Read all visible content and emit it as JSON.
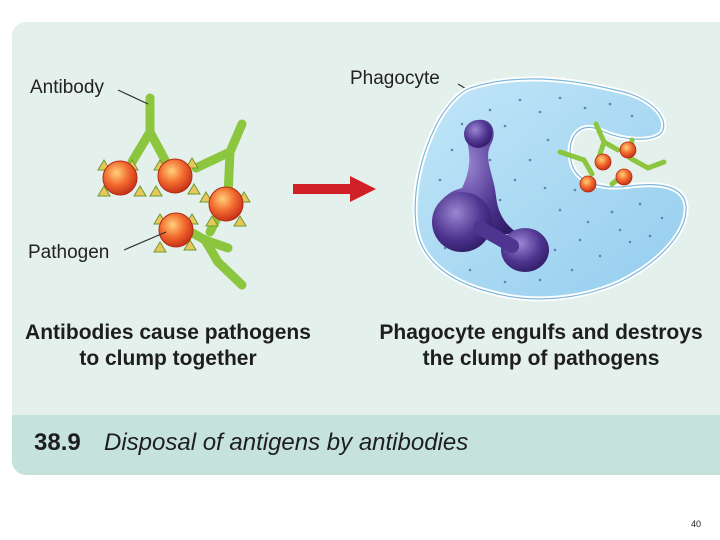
{
  "labels": {
    "antibody": "Antibody",
    "pathogen": "Pathogen",
    "phagocyte": "Phagocyte"
  },
  "descriptions": {
    "left_line1": "Antibodies cause pathogens",
    "left_line2": "to clump together",
    "right_line1": "Phagocyte engulfs and destroys",
    "right_line2": "the clump of pathogens"
  },
  "figure": {
    "number": "38.9",
    "title": "Disposal of antigens by antibodies"
  },
  "page_number": "40",
  "colors": {
    "panel": "#e4f0ec",
    "caption_bar": "#c5e2dc",
    "antibody": "#8cc63f",
    "pathogen": "#f05a28",
    "cytoplasm": "#a9d8f2",
    "nucleus": "#5a3d97",
    "arrow": "#d11f26"
  }
}
